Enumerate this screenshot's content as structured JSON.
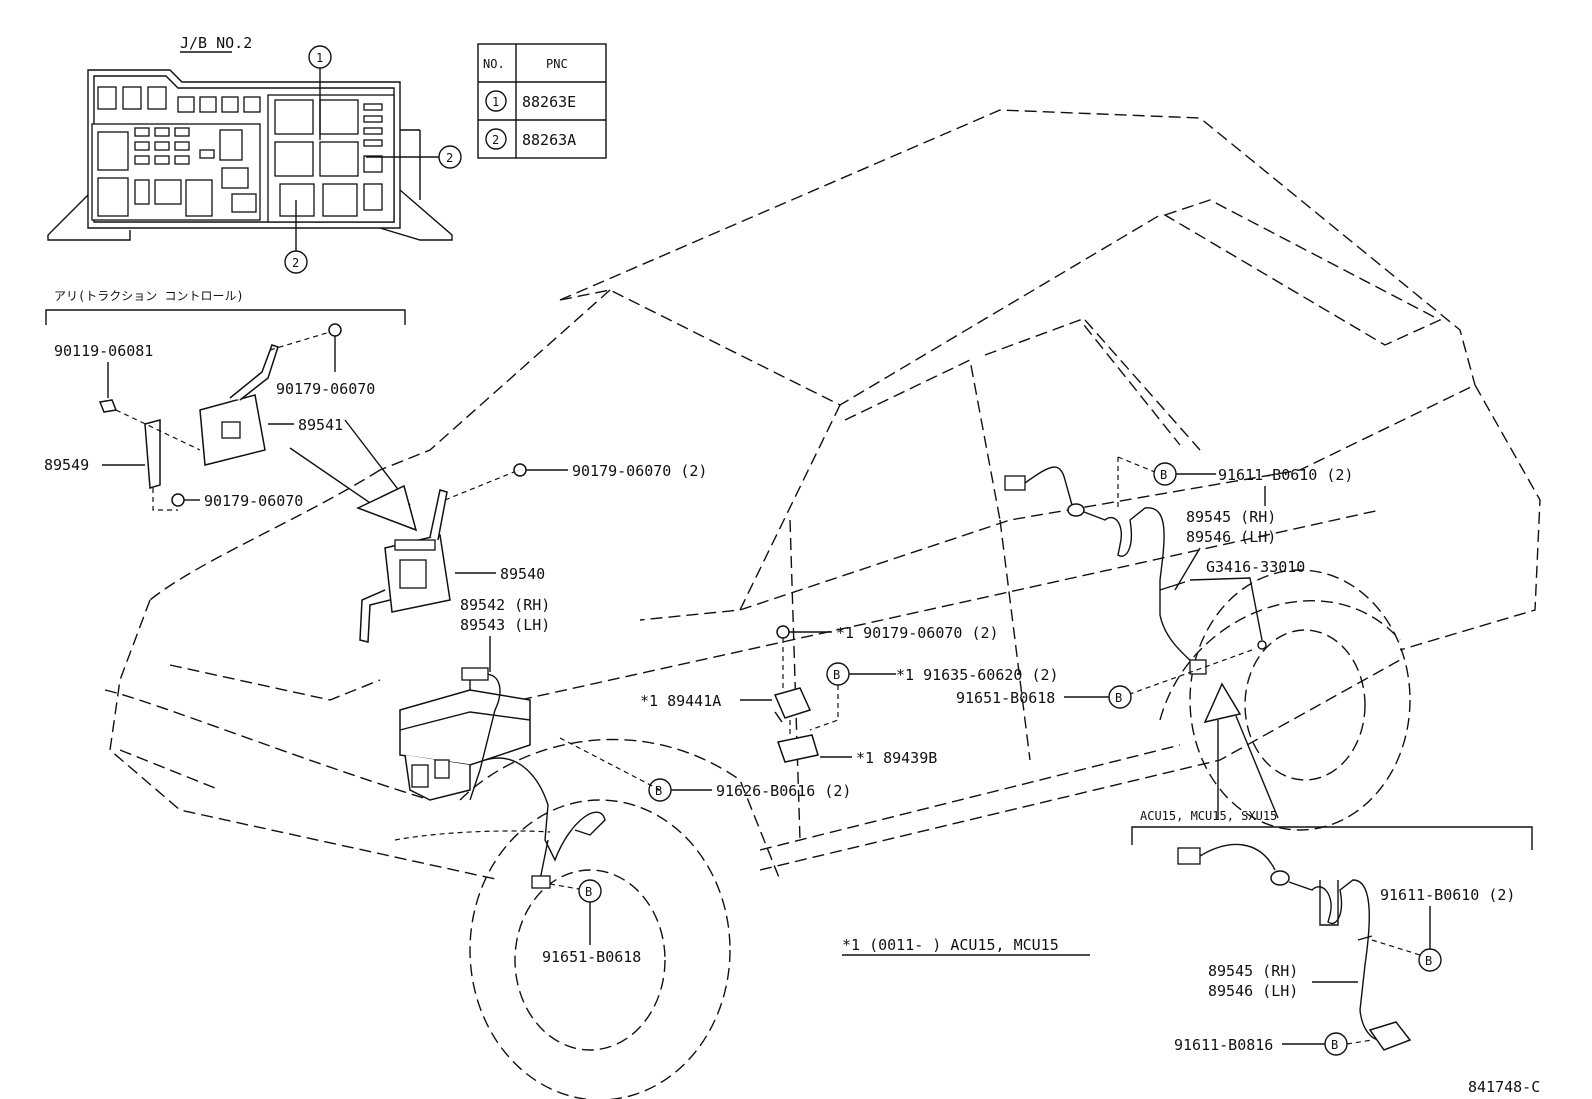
{
  "junction_block": {
    "title": "J/B NO.2",
    "callout_1": "1",
    "callout_2a": "2",
    "callout_2b": "2"
  },
  "pnc_table": {
    "header_no": "NO.",
    "header_pnc": "PNC",
    "rows": [
      {
        "no": "1",
        "pnc": "88263E"
      },
      {
        "no": "2",
        "pnc": "88263A"
      }
    ]
  },
  "traction_note": "アリ(トラクション コントロール)",
  "labels": {
    "bolt_90119": "90119-06081",
    "nut_90179_top": "90179-06070",
    "computer_89541": "89541",
    "bracket_89549": "89549",
    "nut_90179_bottom": "90179-06070",
    "nut_90179_hood": "90179-06070 (2)",
    "computer_89540": "89540",
    "sensor_front_rh": "89542 (RH)",
    "sensor_front_lh": "89543 (LH)",
    "clamp_91626": "91626-B0616 (2)",
    "bolt_91651_front": "91651-B0618",
    "nut_90179_star": "*1 90179-06070 (2)",
    "bolt_91635_star": "*1 91635-60620 (2)",
    "sensor_89441a": "*1 89441A",
    "sensor_89439b": "*1 89439B",
    "bolt_91651_rear": "91651-B0618",
    "bolt_91611_rear": "91611-B0610 (2)",
    "sensor_rear_rh": "89545 (RH)",
    "sensor_rear_lh": "89546 (LH)",
    "clip_g3416": "G3416-33010",
    "footnote": "*1 (0011-     ) ACU15, MCU15",
    "inset_title": "ACU15, MCU15, SXU15",
    "inset_bolt_91611_a": "91611-B0610 (2)",
    "inset_sensor_rh": "89545 (RH)",
    "inset_sensor_lh": "89546 (LH)",
    "inset_bolt_91611_b": "91611-B0816",
    "diagram_id": "841748-C"
  },
  "bolt_marker": "B"
}
